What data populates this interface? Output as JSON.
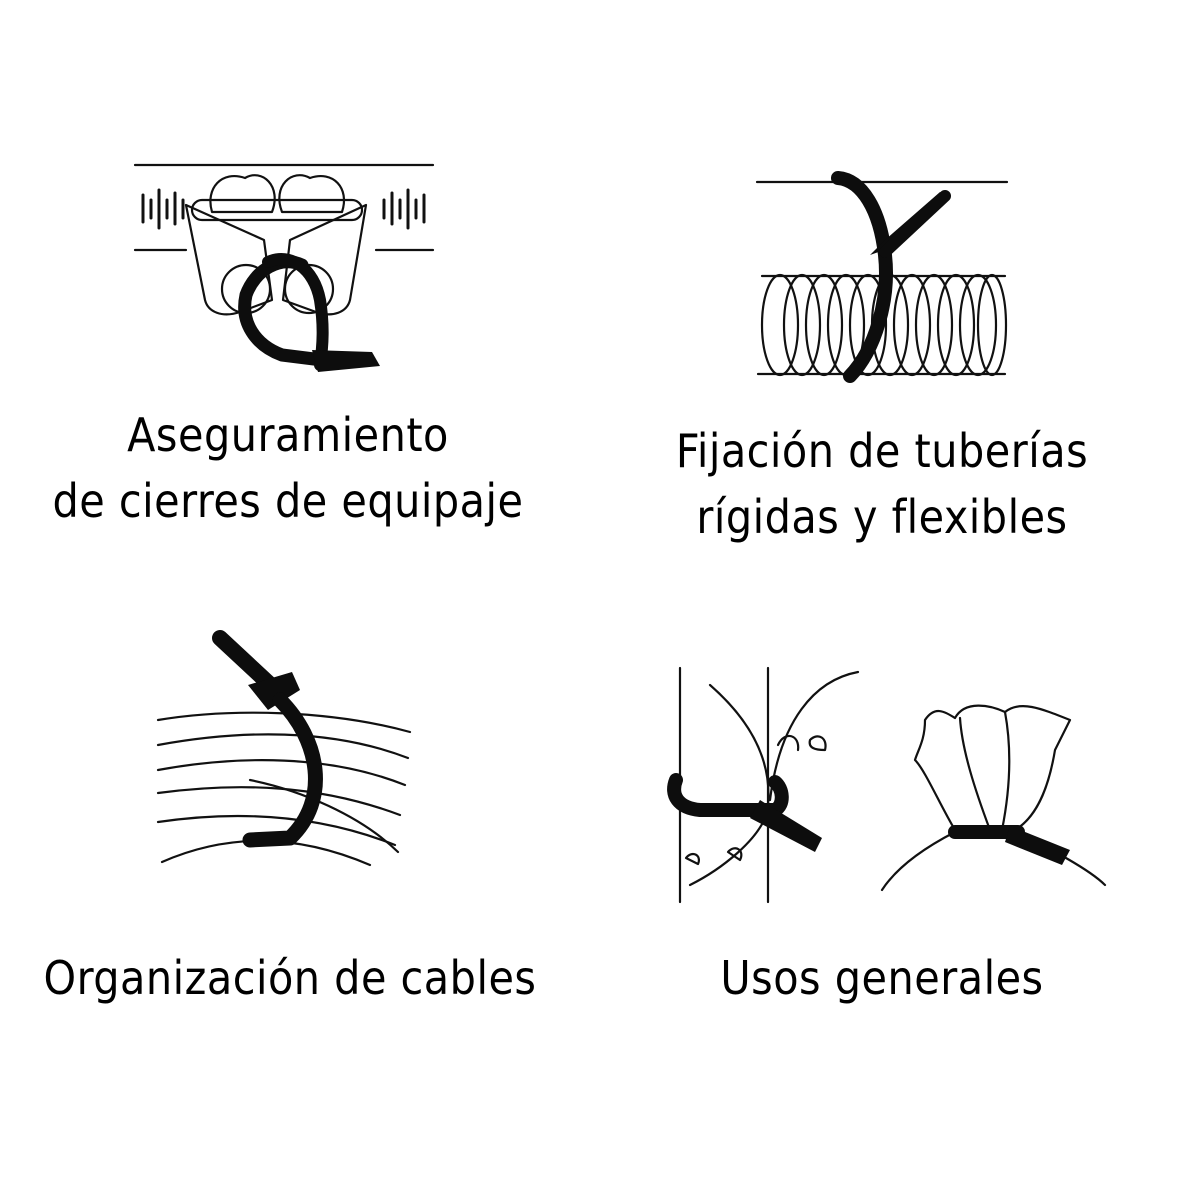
{
  "panels": [
    {
      "id": "luggage",
      "icon": "luggage-zipper-tie-icon",
      "caption_line1": "Aseguramiento",
      "caption_line2": "de cierres de equipaje"
    },
    {
      "id": "pipes",
      "icon": "flexible-pipe-tie-icon",
      "caption_line1": "Fijación de tuberías",
      "caption_line2": "rígidas y flexibles"
    },
    {
      "id": "cables",
      "icon": "cable-bundle-tie-icon",
      "caption_line1": "Organización de cables"
    },
    {
      "id": "general",
      "icon": "plant-and-bag-tie-icon",
      "caption_line1": "Usos generales"
    }
  ],
  "colors": {
    "background": "#ffffff",
    "ink": "#000000"
  }
}
